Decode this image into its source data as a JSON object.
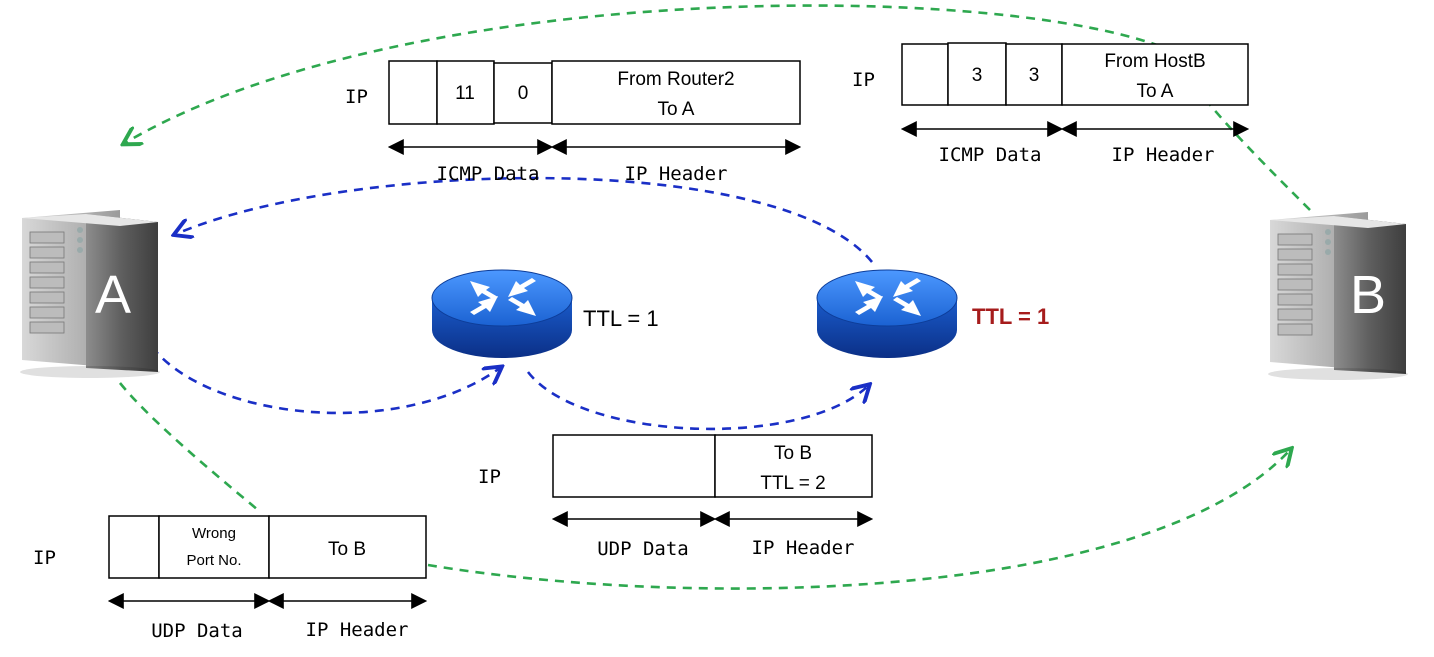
{
  "hosts": {
    "a_label": "A",
    "b_label": "B"
  },
  "routers": {
    "r1_ttl": "TTL = 1",
    "r2_ttl": "TTL = 1",
    "r2_ttl_color": "#a61c1c"
  },
  "packet_router2_reply": {
    "ip_label": "IP",
    "cell_1": "11",
    "cell_2": "0",
    "header_line1": "From Router2",
    "header_line2": "To A",
    "span_data": "ICMP Data",
    "span_header": "IP Header"
  },
  "packet_hostb_reply": {
    "ip_label": "IP",
    "cell_1": "3",
    "cell_2": "3",
    "header_line1": "From HostB",
    "header_line2": "To A",
    "span_data": "ICMP Data",
    "span_header": "IP Header"
  },
  "packet_udp_ttl2": {
    "ip_label": "IP",
    "header_line1": "To B",
    "header_line2": "TTL = 2",
    "span_data": "UDP Data",
    "span_header": "IP Header"
  },
  "packet_udp_port": {
    "ip_label": "IP",
    "port_line1": "Wrong",
    "port_line2": "Port No.",
    "header_text": "To B",
    "span_data": "UDP Data",
    "span_header": "IP Header"
  },
  "colors": {
    "green_path": "#2ea84f",
    "blue_path": "#1a2fc6",
    "router_blue": "#1f6fd6"
  }
}
